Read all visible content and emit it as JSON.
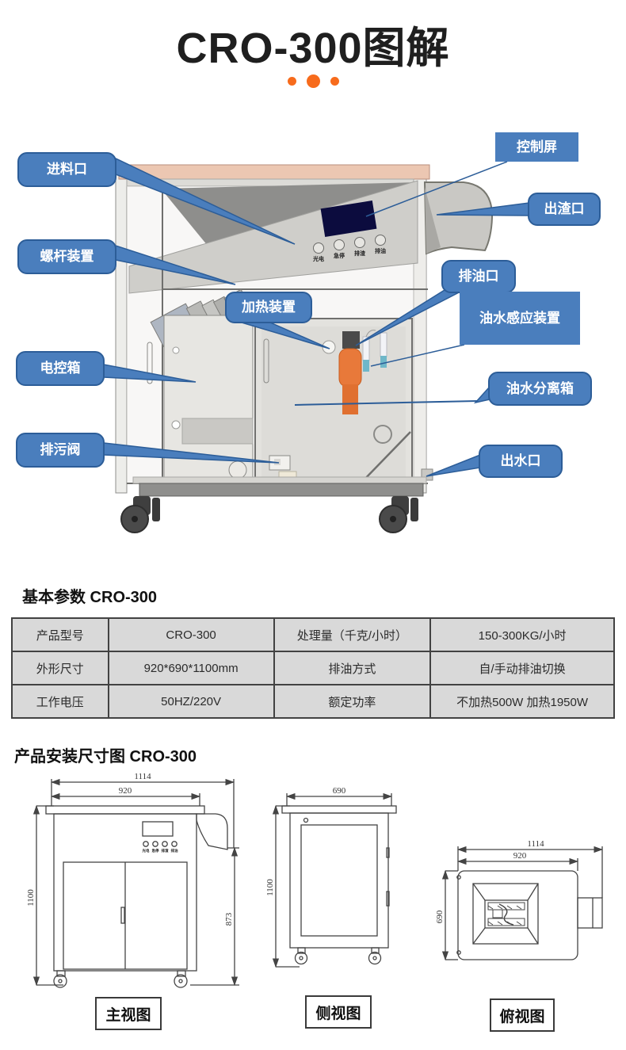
{
  "header": {
    "title": "CRO-300图解"
  },
  "colors": {
    "accent_orange": "#f76b1c",
    "callout_fill": "#4a7ebd",
    "callout_border": "#2c5d98",
    "table_cell_bg": "#d9d9d9",
    "screen_navy": "#0c0c3e"
  },
  "diagram": {
    "callouts": [
      {
        "label": "进料口"
      },
      {
        "label": "控制屏"
      },
      {
        "label": "出渣口"
      },
      {
        "label": "螺杆装置"
      },
      {
        "label": "排油口"
      },
      {
        "label": "加热装置"
      },
      {
        "label": "油水感应装置"
      },
      {
        "label": "电控箱"
      },
      {
        "label": "油水分离箱"
      },
      {
        "label": "排污阀"
      },
      {
        "label": "出水口"
      }
    ],
    "panel_buttons": [
      "光电",
      "急停",
      "排渣",
      "排油"
    ]
  },
  "specs": {
    "heading": "基本参数 CRO-300",
    "table": {
      "rows": [
        [
          "产品型号",
          "CRO-300",
          "处理量（千克/小时）",
          "150-300KG/小时"
        ],
        [
          "外形尺寸",
          "920*690*1100mm",
          "排油方式",
          "自/手动排油切换"
        ],
        [
          "工作电压",
          "50HZ/220V",
          "额定功率",
          "不加热500W 加热1950W"
        ]
      ]
    }
  },
  "installation": {
    "heading": "产品安装尺寸图 CRO-300",
    "view_labels": [
      "主视图",
      "侧视图",
      "俯视图"
    ],
    "dims": {
      "front": [
        "1114",
        "920",
        "1100",
        "873"
      ],
      "side": [
        "690",
        "1100"
      ],
      "top": [
        "1114",
        "920",
        "690"
      ]
    }
  }
}
